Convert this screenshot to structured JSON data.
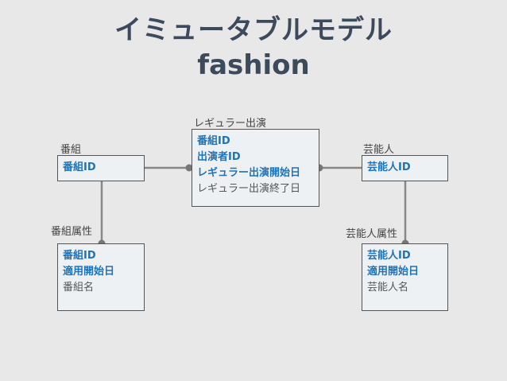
{
  "title": {
    "line1": "イミュータブルモデル",
    "line2": "fashion"
  },
  "entities": {
    "program": {
      "label": "番組",
      "keys": [
        "番組ID"
      ],
      "attrs": []
    },
    "regular": {
      "label": "レギュラー出演",
      "keys": [
        "番組ID",
        "出演者ID",
        "レギュラー出演開始日"
      ],
      "attrs": [
        "レギュラー出演終了日"
      ]
    },
    "talent": {
      "label": "芸能人",
      "keys": [
        "芸能人ID"
      ],
      "attrs": []
    },
    "program_attr": {
      "label": "番組属性",
      "keys": [
        "番組ID",
        "適用開始日"
      ],
      "attrs": [
        "番組名"
      ]
    },
    "talent_attr": {
      "label": "芸能人属性",
      "keys": [
        "芸能人ID",
        "適用開始日"
      ],
      "attrs": [
        "芸能人名"
      ]
    }
  },
  "colors": {
    "key_text": "#1f73b7",
    "title_text": "#3c4a5b",
    "connector": "#888888"
  }
}
